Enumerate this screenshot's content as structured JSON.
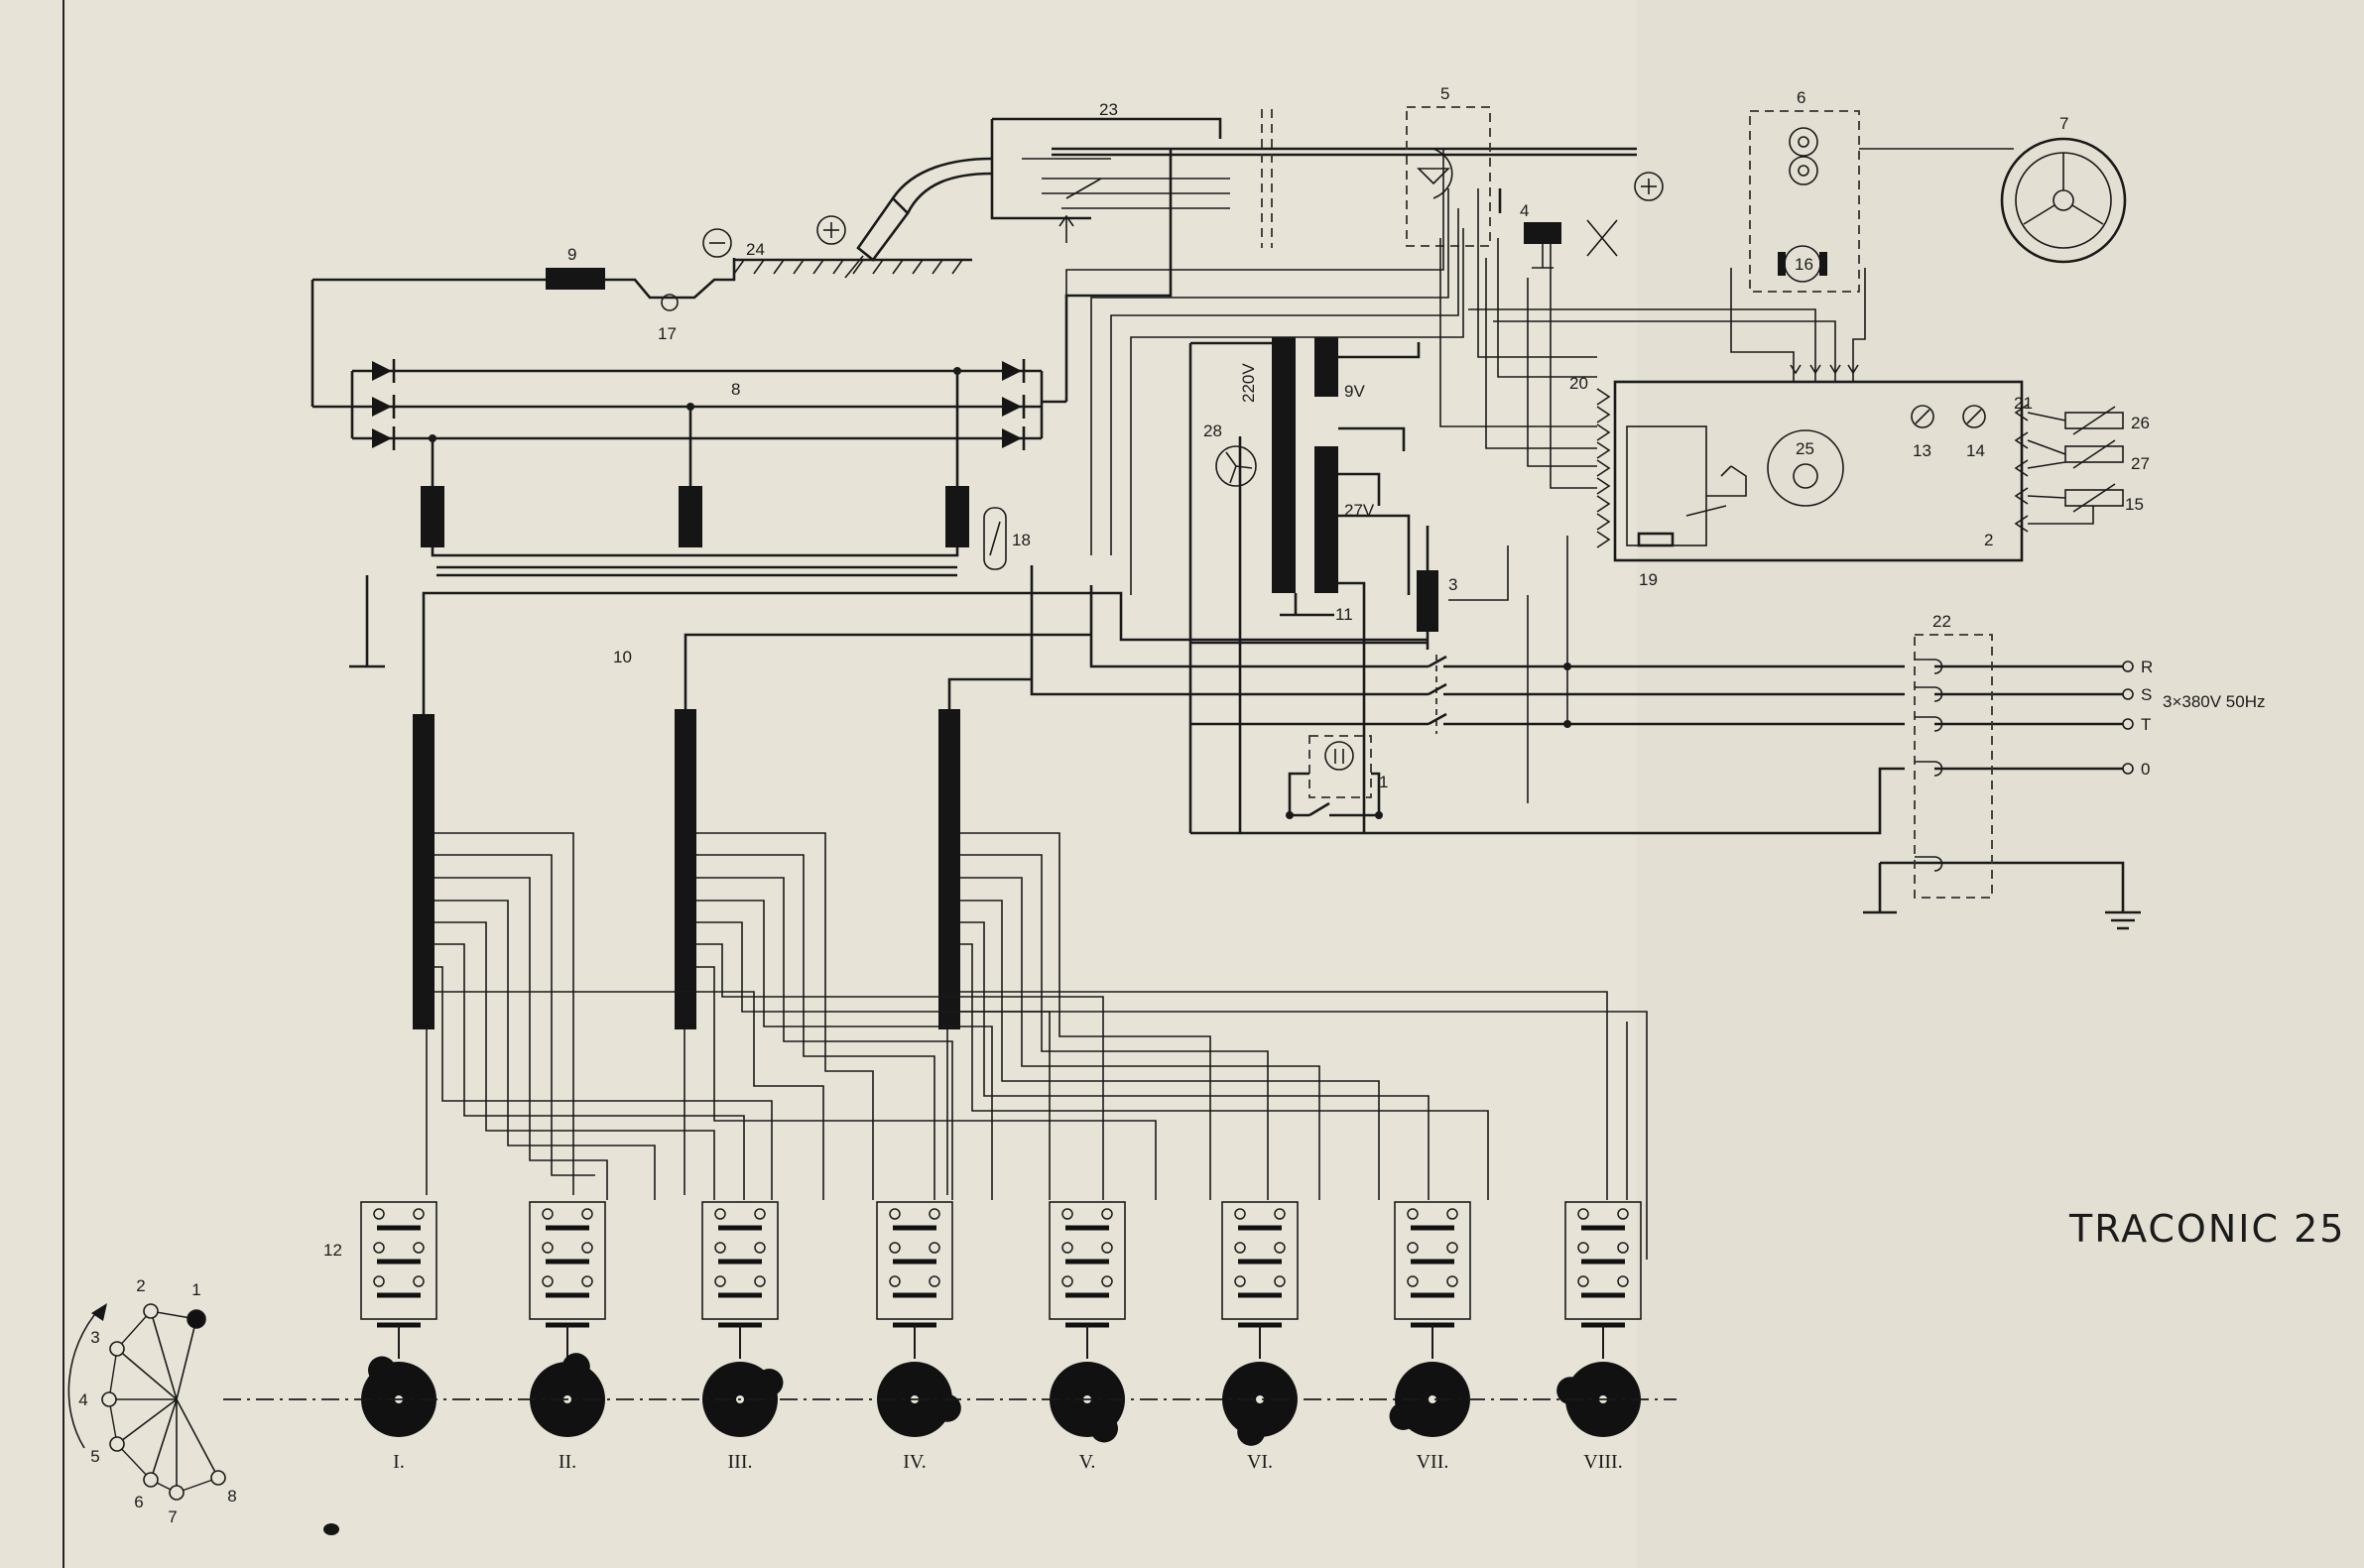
{
  "title": "TRACONIC 25",
  "supply": {
    "phases": [
      "R",
      "S",
      "T",
      "0"
    ],
    "rating": "3×380V 50Hz"
  },
  "polarity": {
    "plus": "+",
    "minus": "−"
  },
  "voltages": {
    "primary": "220V",
    "sec1": "9V",
    "sec2": "27V"
  },
  "component_numbers": [
    "1",
    "2",
    "3",
    "4",
    "5",
    "6",
    "7",
    "8",
    "9",
    "10",
    "11",
    "12",
    "13",
    "14",
    "15",
    "16",
    "17",
    "18",
    "19",
    "20",
    "21",
    "22",
    "23",
    "24",
    "25",
    "26",
    "27",
    "28"
  ],
  "cam_switches": [
    "I.",
    "II.",
    "III.",
    "IV.",
    "V.",
    "VI.",
    "VII.",
    "VIII."
  ],
  "dial_positions": [
    "1",
    "2",
    "3",
    "4",
    "5",
    "6",
    "7",
    "8"
  ]
}
